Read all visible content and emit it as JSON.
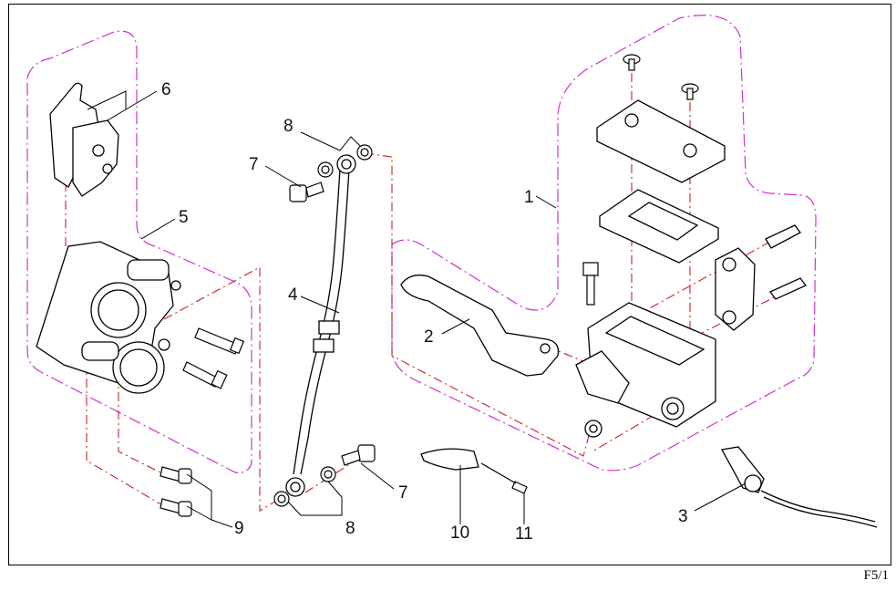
{
  "diagram": {
    "page_ref": "F5/1",
    "callouts": [
      "1",
      "2",
      "3",
      "4",
      "5",
      "6",
      "7",
      "7",
      "8",
      "8",
      "9",
      "10",
      "11"
    ],
    "colors": {
      "line": "#000000",
      "group_outline": "#cc33cc",
      "assembly_line": "#cc2222"
    }
  }
}
